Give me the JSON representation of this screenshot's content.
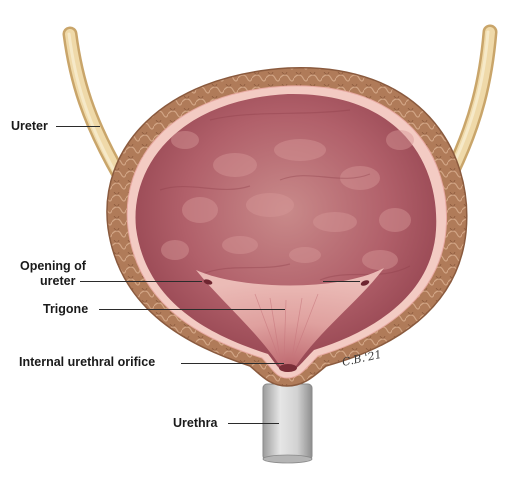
{
  "labels": {
    "ureter": "Ureter",
    "opening_line1": "Opening of",
    "opening_line2": "ureter",
    "trigone": "Trigone",
    "orifice": "Internal urethral orifice",
    "urethra": "Urethra"
  },
  "signature": "C.B.'21",
  "colors": {
    "ureter_tube": "#e8cf9c",
    "ureter_edge": "#c9a56a",
    "wall_outer": "#a97250",
    "wall_inner": "#c89677",
    "lining_edge": "#f2c8c0",
    "lumen_deep": "#9c4b55",
    "lumen_mid": "#c47479",
    "trigone": "#ecb6b0",
    "urethra_tube": "#c8c8c8",
    "leader": "#2b2b2b"
  }
}
